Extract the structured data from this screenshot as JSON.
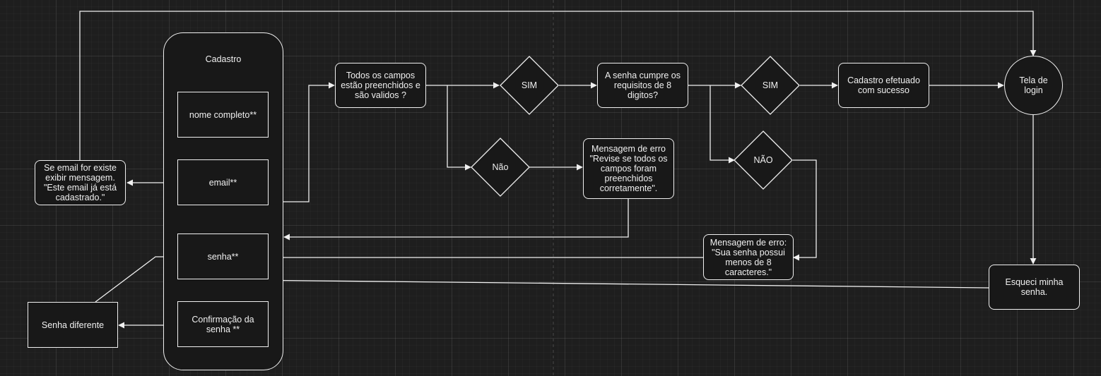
{
  "diagram": {
    "container": {
      "title": "Cadastro"
    },
    "fields": {
      "nome": "nome completo**",
      "email": "email**",
      "senha": "senha**",
      "confirmacao": "Confirmação da\nsenha **"
    },
    "email_exists": "Se email for existe\nexibir mensagem.\n\"Este email já está\ncadastrado.\"",
    "senha_diferente": "Senha diferente",
    "check_fields": "Todos os campos\nestão preenchidos e\nsão validos ?",
    "sim1": "SIM",
    "nao1": "Não",
    "erro_campos": "Mensagem de erro\n\"Revise se todos os\ncampos foram\npreenchidos\ncorretamente\".",
    "check_senha": "A senha cumpre os\nrequisitos de 8\ndigitos?",
    "sim2": "SIM",
    "nao2": "NÃO",
    "erro_senha": "Mensagem de erro:\n\"Sua senha possui\nmenos de 8\ncaracteres.\"",
    "sucesso": "Cadastro efetuado\ncom sucesso",
    "login": "Tela de login",
    "esqueci": "Esqueci minha\nsenha."
  }
}
